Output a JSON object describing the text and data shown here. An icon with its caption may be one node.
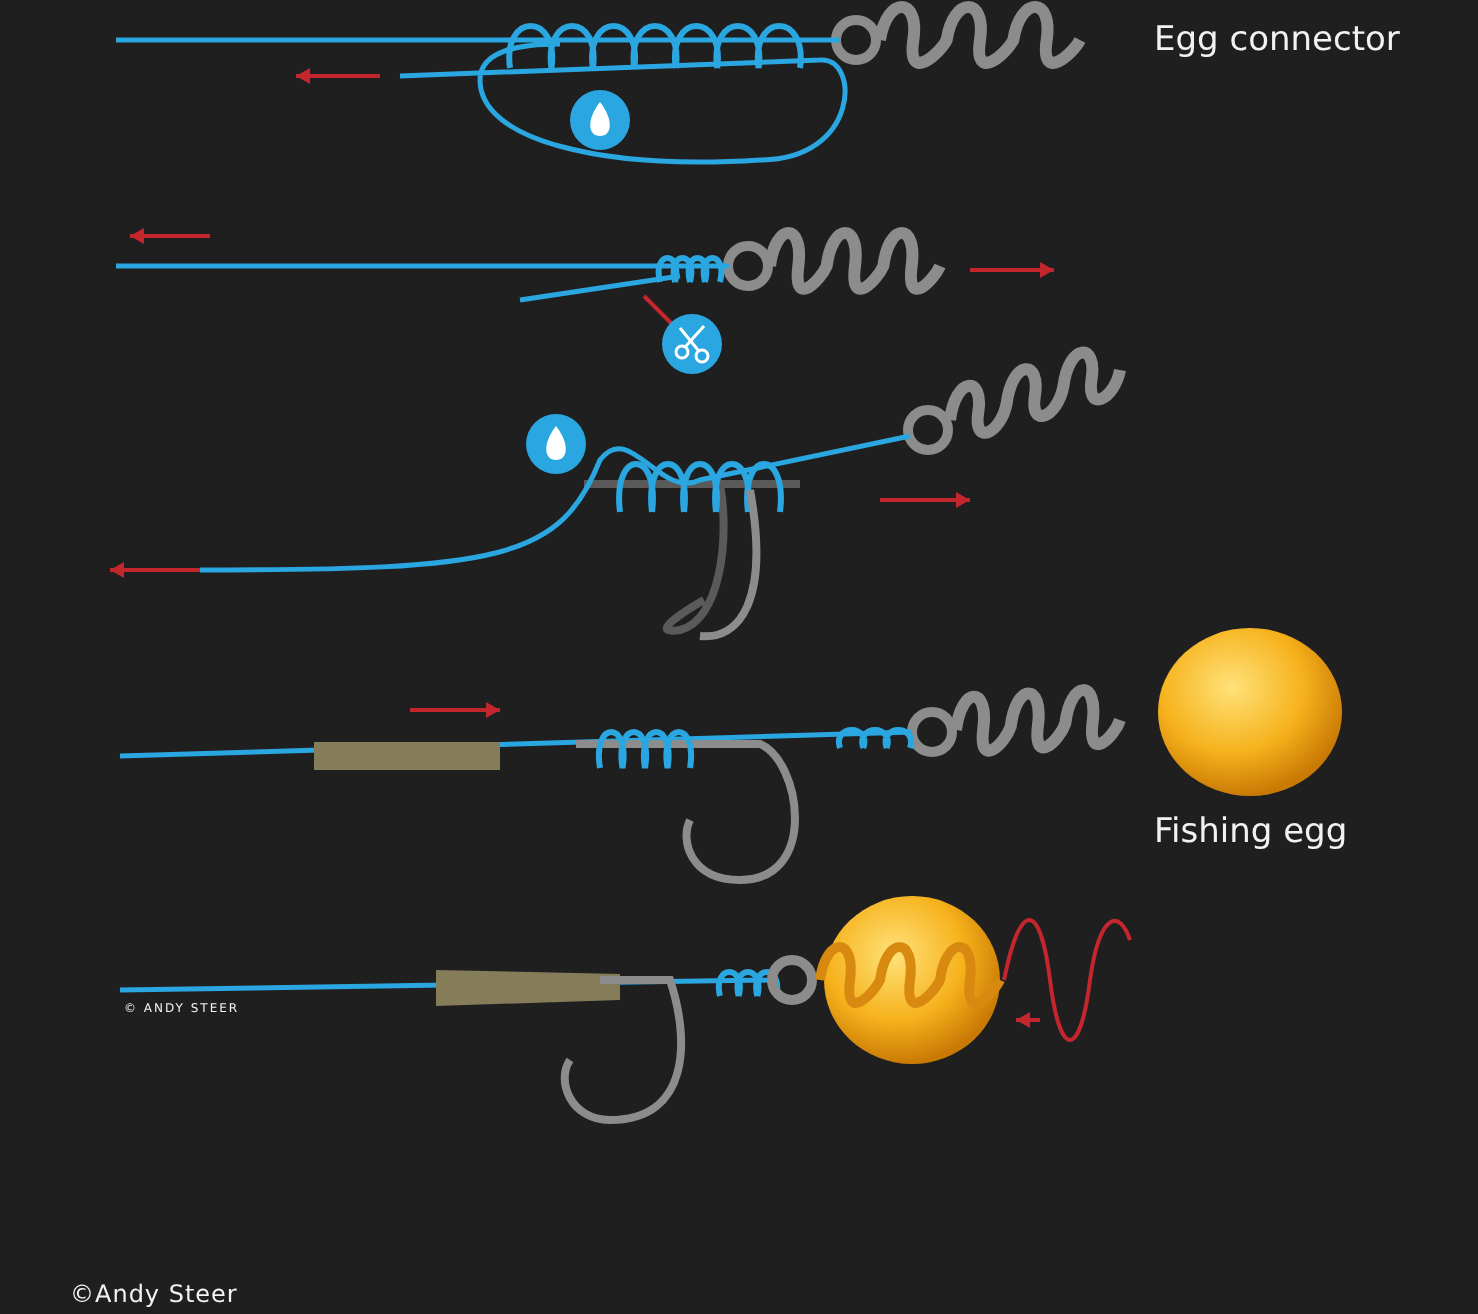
{
  "diagram": {
    "labels": [
      "Egg connector",
      "Fishing egg",
      "© ANDY STEER",
      "©Andy Steer"
    ]
  }
}
